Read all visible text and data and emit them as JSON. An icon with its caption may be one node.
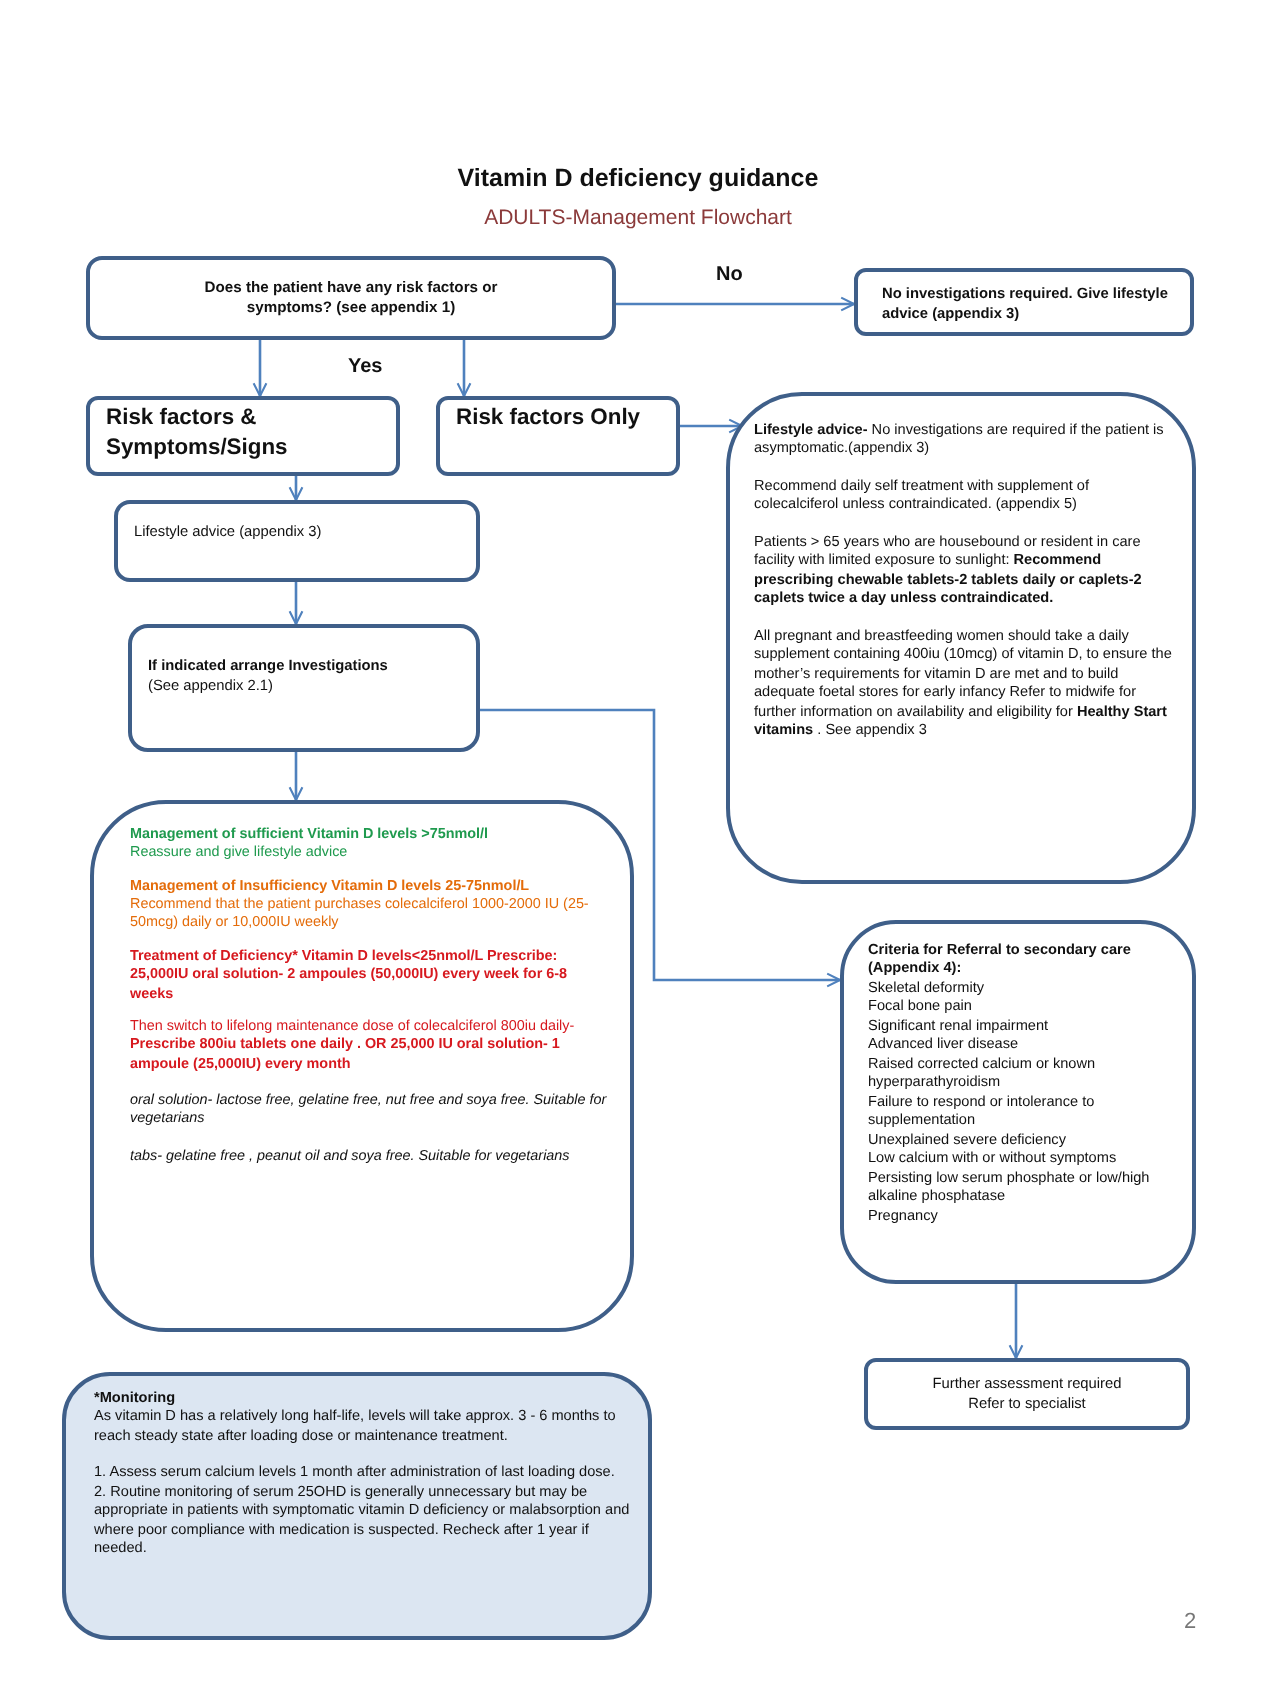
{
  "diagram": {
    "title": "Vitamin D deficiency guidance",
    "nodes": [
      {
        "text": [
          "Does the patient have any risk factors or symptoms? (see appendix 1)"
        ]
      },
      {
        "text": [
          "No investigations required. Give lifestyle advice (appendix 3)"
        ]
      },
      {
        "text": [
          "Risk factors & Symptoms/Signs"
        ]
      },
      {
        "text": [
          "Risk factors Only"
        ]
      },
      {
        "text": [
          "**Lifestyle advice-** No investigations are required if the patient is asymptomatic.(appendix 3)",
          "Recommend daily self treatment with supplement of colecalciferol unless contraindicated. (appendix 5)",
          "Patients > 65 years who are housebound or resident in care facility with limited exposure to sunlight: **Recommend prescribing chewable tablets-2 tablets daily or caplets-2 caplets twice a day unless contraindicated.**",
          "All pregnant and breastfeeding women should take a daily supplement containing 400iu (10mcg) of vitamin D, to ensure the mother’s requirements for vitamin D are met and to build adequate foetal stores for early infancy Refer to midwife for further information on availability and eligibility for **Healthy Start vitamins** . See appendix 3"
        ]
      },
      {
        "text": [
          "Lifestyle advice (appendix 3)"
        ]
      },
      {
        "text": [
          "If indicated arrange Investigations",
          "(See appendix 2.1)"
        ]
      },
      {
        "text": [
          "Management of sufficient Vitamin D levels >75nmol/l",
          "Reassure and give lifestyle advice",
          "Management of Insufficiency Vitamin D levels 25-75nmol/L",
          "Recommend that the patient purchases colecalciferol 1000-2000 IU (25-50mcg) daily or 10,000IU weekly",
          "Treatment of Deficiency* Vitamin D levels<25nmol/L Prescribe: 25,000IU oral solution- 2 ampoules (50,000IU) every week for 6-8 weeks",
          "Then switch to lifelong maintenance dose of colecalciferol 800iu daily-**Prescribe 800iu tablets one daily . OR 25,000 IU oral solution- 1 ampoule (25,000IU) every month**",
          "oral solution- lactose free, gelatine free, nut free and soya free. Suitable for vegetarians",
          "tabs- gelatine free , peanut oil and soya free. Suitable for vegetarians"
        ]
      },
      {
        "text": [
          "Criteria for Referral to secondary care (Appendix 4):",
          "Skeletal deformity",
          "Focal bone pain",
          "Significant renal impairment",
          "Advanced liver disease",
          "Raised corrected calcium or known hyperparathyroidism",
          "Failure to respond or intolerance to supplementation",
          "Unexplained severe deficiency",
          "Low calcium with or without symptoms",
          "Persisting low serum phosphate or low/high alkaline phosphatase",
          "Pregnancy"
        ]
      },
      {
        "text": [
          "Further assessment required",
          "Refer to specialist"
        ]
      },
      {
        "text": [
          "*Monitoring",
          "As vitamin D has a relatively long half-life, levels will take approx. 3 - 6 months to reach steady state after loading dose or maintenance treatment.",
          "1. Assess serum calcium levels 1 month after administration of last loading dose.",
          "2. Routine monitoring of serum 25OHD is generally unnecessary but may be appropriate in patients with symptomatic vitamin D deficiency or malabsorption and where poor compliance with medication is suspected. Recheck after 1 year if needed."
        ]
      }
    ],
    "edges": [
      {
        "from": 0,
        "to": 1,
        "arrow": "to",
        "label": "No"
      },
      {
        "from": 0,
        "to": 2,
        "arrow": "to"
      },
      {
        "from": 0,
        "to": 3,
        "arrow": "to"
      },
      {
        "from": 3,
        "to": 4,
        "arrow": "to"
      },
      {
        "from": 2,
        "to": 5,
        "arrow": "to"
      },
      {
        "from": 5,
        "to": 6,
        "arrow": "to"
      },
      {
        "from": 6,
        "to": 7,
        "arrow": "to"
      },
      {
        "from": 6,
        "to": 8,
        "arrow": "to"
      },
      {
        "from": 8,
        "to": 9,
        "arrow": "to"
      }
    ],
    "labels": [
      "ADULTS-Management Flowchart",
      "Yes",
      "2"
    ]
  }
}
